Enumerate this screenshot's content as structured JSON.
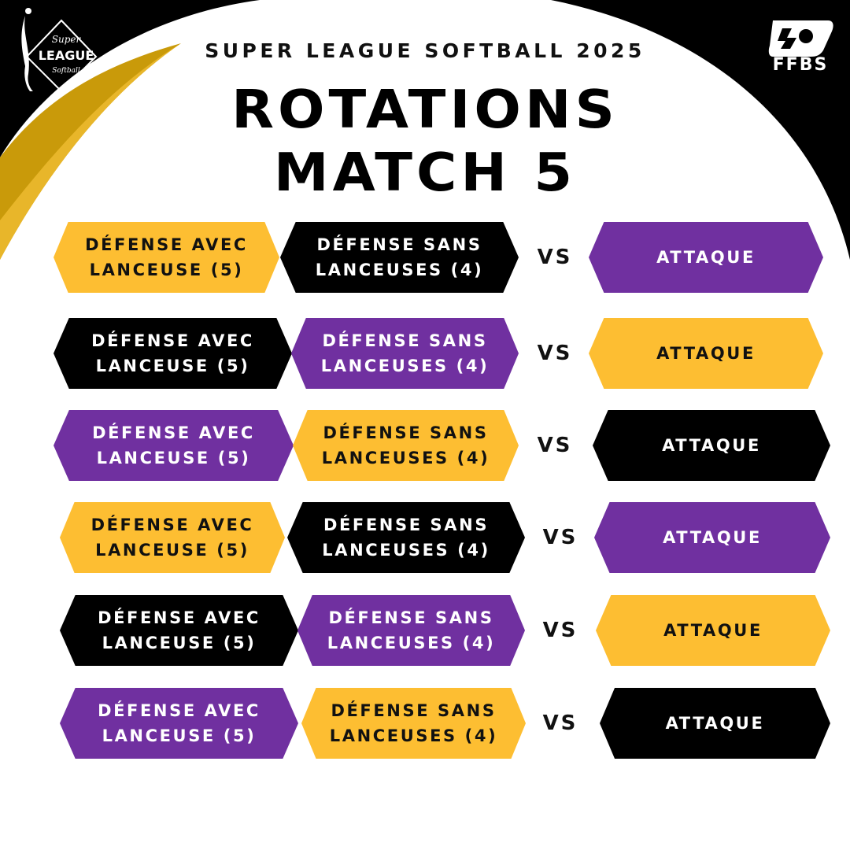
{
  "header": {
    "subtitle": "SUPER LEAGUE SOFTBALL 2025",
    "title_line1": "ROTATIONS",
    "title_line2": "MATCH 5"
  },
  "logos": {
    "left_text": [
      "Super",
      "LEAGUE",
      "Softball"
    ],
    "right_text": "FFBS"
  },
  "colors": {
    "yellow": "#FDBE32",
    "black": "#000000",
    "purple": "#7030A0",
    "gold_swoosh": "#C99A0A"
  },
  "rotations": [
    {
      "defense_with_pitcher": {
        "line1": "DÉFENSE AVEC",
        "line2": "LANCEUSE (5)",
        "color": "yellow"
      },
      "defense_without_pitchers": {
        "line1": "DÉFENSE SANS",
        "line2": "LANCEUSES (4)",
        "color": "black"
      },
      "vs": "VS",
      "attack": {
        "label": "ATTAQUE",
        "color": "purple"
      }
    },
    {
      "defense_with_pitcher": {
        "line1": "DÉFENSE AVEC",
        "line2": "LANCEUSE (5)",
        "color": "black"
      },
      "defense_without_pitchers": {
        "line1": "DÉFENSE SANS",
        "line2": "LANCEUSES (4)",
        "color": "purple"
      },
      "vs": "VS",
      "attack": {
        "label": "ATTAQUE",
        "color": "yellow"
      }
    },
    {
      "defense_with_pitcher": {
        "line1": "DÉFENSE AVEC",
        "line2": "LANCEUSE (5)",
        "color": "purple"
      },
      "defense_without_pitchers": {
        "line1": "DÉFENSE SANS",
        "line2": "LANCEUSES (4)",
        "color": "yellow"
      },
      "vs": "VS",
      "attack": {
        "label": "ATTAQUE",
        "color": "black"
      }
    },
    {
      "defense_with_pitcher": {
        "line1": "DÉFENSE AVEC",
        "line2": "LANCEUSE (5)",
        "color": "yellow"
      },
      "defense_without_pitchers": {
        "line1": "DÉFENSE SANS",
        "line2": "LANCEUSES (4)",
        "color": "black"
      },
      "vs": "VS",
      "attack": {
        "label": "ATTAQUE",
        "color": "purple"
      }
    },
    {
      "defense_with_pitcher": {
        "line1": "DÉFENSE AVEC",
        "line2": "LANCEUSE (5)",
        "color": "black"
      },
      "defense_without_pitchers": {
        "line1": "DÉFENSE SANS",
        "line2": "LANCEUSES (4)",
        "color": "purple"
      },
      "vs": "VS",
      "attack": {
        "label": "ATTAQUE",
        "color": "yellow"
      }
    },
    {
      "defense_with_pitcher": {
        "line1": "DÉFENSE AVEC",
        "line2": "LANCEUSE (5)",
        "color": "purple"
      },
      "defense_without_pitchers": {
        "line1": "DÉFENSE SANS",
        "line2": "LANCEUSES (4)",
        "color": "yellow"
      },
      "vs": "VS",
      "attack": {
        "label": "ATTAQUE",
        "color": "black"
      }
    }
  ]
}
